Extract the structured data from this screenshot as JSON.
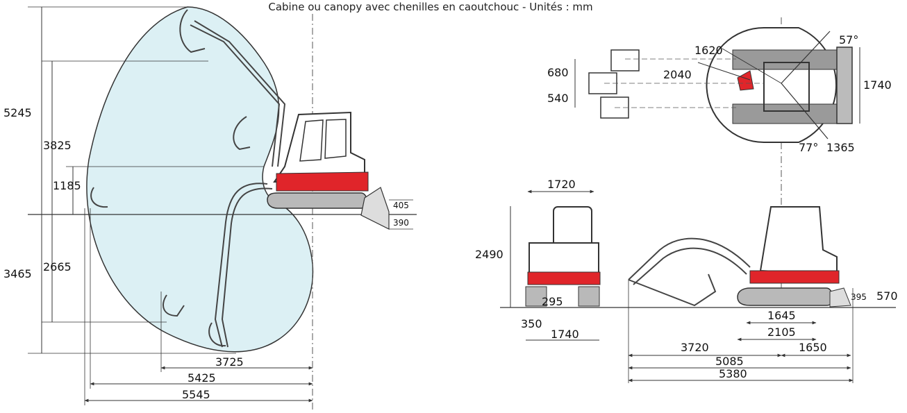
{
  "title": "Cabine ou canopy avec chenilles en caoutchouc -  Unités : mm",
  "colors": {
    "envelope_fill": "#dcf0f4",
    "body_red": "#e0252a",
    "line": "#333333",
    "track_grey": "#8c8c8c"
  },
  "side_view": {
    "vertical_dims": [
      "5245",
      "3825",
      "1185",
      "3465",
      "2665"
    ],
    "small_dims": [
      "405",
      "390"
    ],
    "horizontal_dims": [
      "3725",
      "5425",
      "5545"
    ]
  },
  "top_view": {
    "dims": [
      "1620",
      "57°",
      "680",
      "2040",
      "1740",
      "540",
      "77°",
      "1365"
    ]
  },
  "front_view": {
    "dims": [
      "1720",
      "2490",
      "295",
      "350",
      "1740"
    ]
  },
  "profile_view": {
    "dims": [
      "395",
      "570",
      "1645",
      "2105",
      "3720",
      "1650",
      "5085",
      "5380"
    ]
  }
}
